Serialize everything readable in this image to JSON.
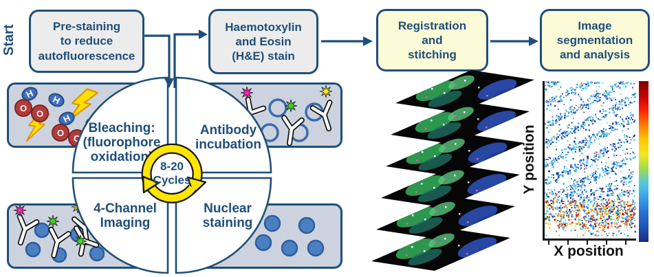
{
  "colors": {
    "navy": "#1f4e79",
    "box-grey": "#ececec",
    "panel-grey": "#ccd3de",
    "pale-yellow": "#fbfbd8",
    "cycle-yellow": "#ffe500",
    "cell-blue": "#4a80c2",
    "cell-blue-dark": "#2d5d9d",
    "oxygen-red": "#b03c3c",
    "hydrogen-blue": "#3f6fbf",
    "star-magenta": "#ff22bb",
    "star-green": "#3ddd11",
    "star-yellow": "#ffee00",
    "bolt-yellow": "#ffe000",
    "bolt-outline": "#e09000"
  },
  "start_label": "Start",
  "flow_boxes": [
    {
      "id": "pre-staining",
      "style": "grey",
      "lines": [
        "Pre-staining",
        "to reduce",
        "autofluorescence"
      ]
    },
    {
      "id": "he-stain",
      "style": "grey",
      "lines": [
        "Haemotoxylin",
        "and Eosin",
        "(H&E) stain"
      ]
    },
    {
      "id": "registration",
      "style": "yellow",
      "lines": [
        "Registration",
        "and",
        "stitching"
      ]
    },
    {
      "id": "segmentation",
      "style": "yellow",
      "lines": [
        "Image",
        "segmentation",
        "and analysis"
      ]
    }
  ],
  "cycle": {
    "center": [
      "8-20",
      "Cycles"
    ],
    "quadrants": [
      {
        "id": "bleaching",
        "lines": [
          "Bleaching:",
          "(fluorophore",
          "oxidation)"
        ]
      },
      {
        "id": "antibody-incubation",
        "lines": [
          "Antibody",
          "incubation"
        ]
      },
      {
        "id": "four-channel-imaging",
        "lines": [
          "4-Channel",
          "Imaging"
        ]
      },
      {
        "id": "nuclear-staining",
        "lines": [
          "Nuclear",
          "staining"
        ]
      }
    ]
  },
  "molecule_atoms": [
    "H",
    "O",
    "O",
    "H"
  ],
  "image_stack": {
    "slice_count": 6
  },
  "chart_data": {
    "type": "scatter",
    "title": "",
    "xlabel": "X position",
    "ylabel": "Y position",
    "x_ticks": 5,
    "axes_numeric_labels": false,
    "legend": "vertical jet colorbar at right (dark red top to dark blue bottom)",
    "description": "Cell positions in tissue colored by marker intensity: elongated diagonal bands of low-intensity blue/cyan cells ascending to the right across most of the plot, a dense high-intensity yellow/orange/red band in the lower quarter, and sparse blue cells at the very bottom.",
    "cool_colors": [
      "#2a52b4",
      "#3e7ccc",
      "#40c4e8",
      "#63c8ea",
      "#203a8c",
      "#58b8e0"
    ],
    "warm_colors": [
      "#ffe23a",
      "#ffb400",
      "#ff7a00",
      "#e83000",
      "#c00000",
      "#ff4f30",
      "#f5d327"
    ],
    "colorbar": [
      "#7f0000",
      "#c00000",
      "#ff2000",
      "#ff7a00",
      "#ffc800",
      "#f4e61e",
      "#9fdc50",
      "#4fc8dc",
      "#38a0e8",
      "#2870d0",
      "#2050b8",
      "#1a2a80"
    ]
  }
}
